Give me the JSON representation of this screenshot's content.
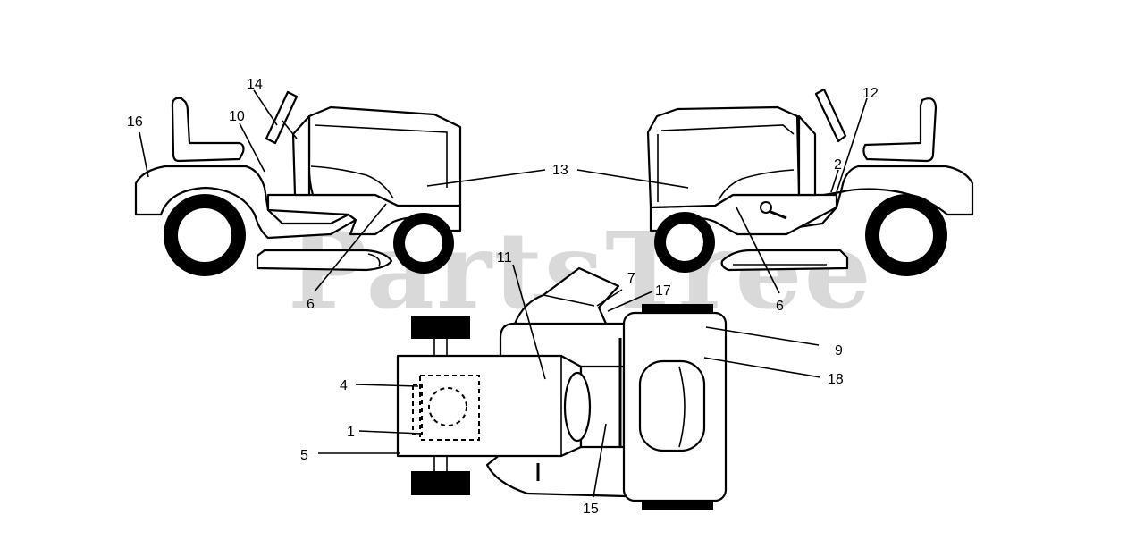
{
  "watermark": {
    "text": "PartsTree",
    "color": "#d9d9d9"
  },
  "callouts": {
    "n1": "1",
    "n2": "2",
    "n4": "4",
    "n5": "5",
    "n6a": "6",
    "n6b": "6",
    "n7": "7",
    "n9": "9",
    "n10": "10",
    "n11": "11",
    "n12": "12",
    "n13": "13",
    "n14": "14",
    "n15": "15",
    "n16": "16",
    "n17": "17",
    "n18": "18"
  },
  "views": [
    "left-side-view",
    "right-side-view",
    "top-view"
  ]
}
